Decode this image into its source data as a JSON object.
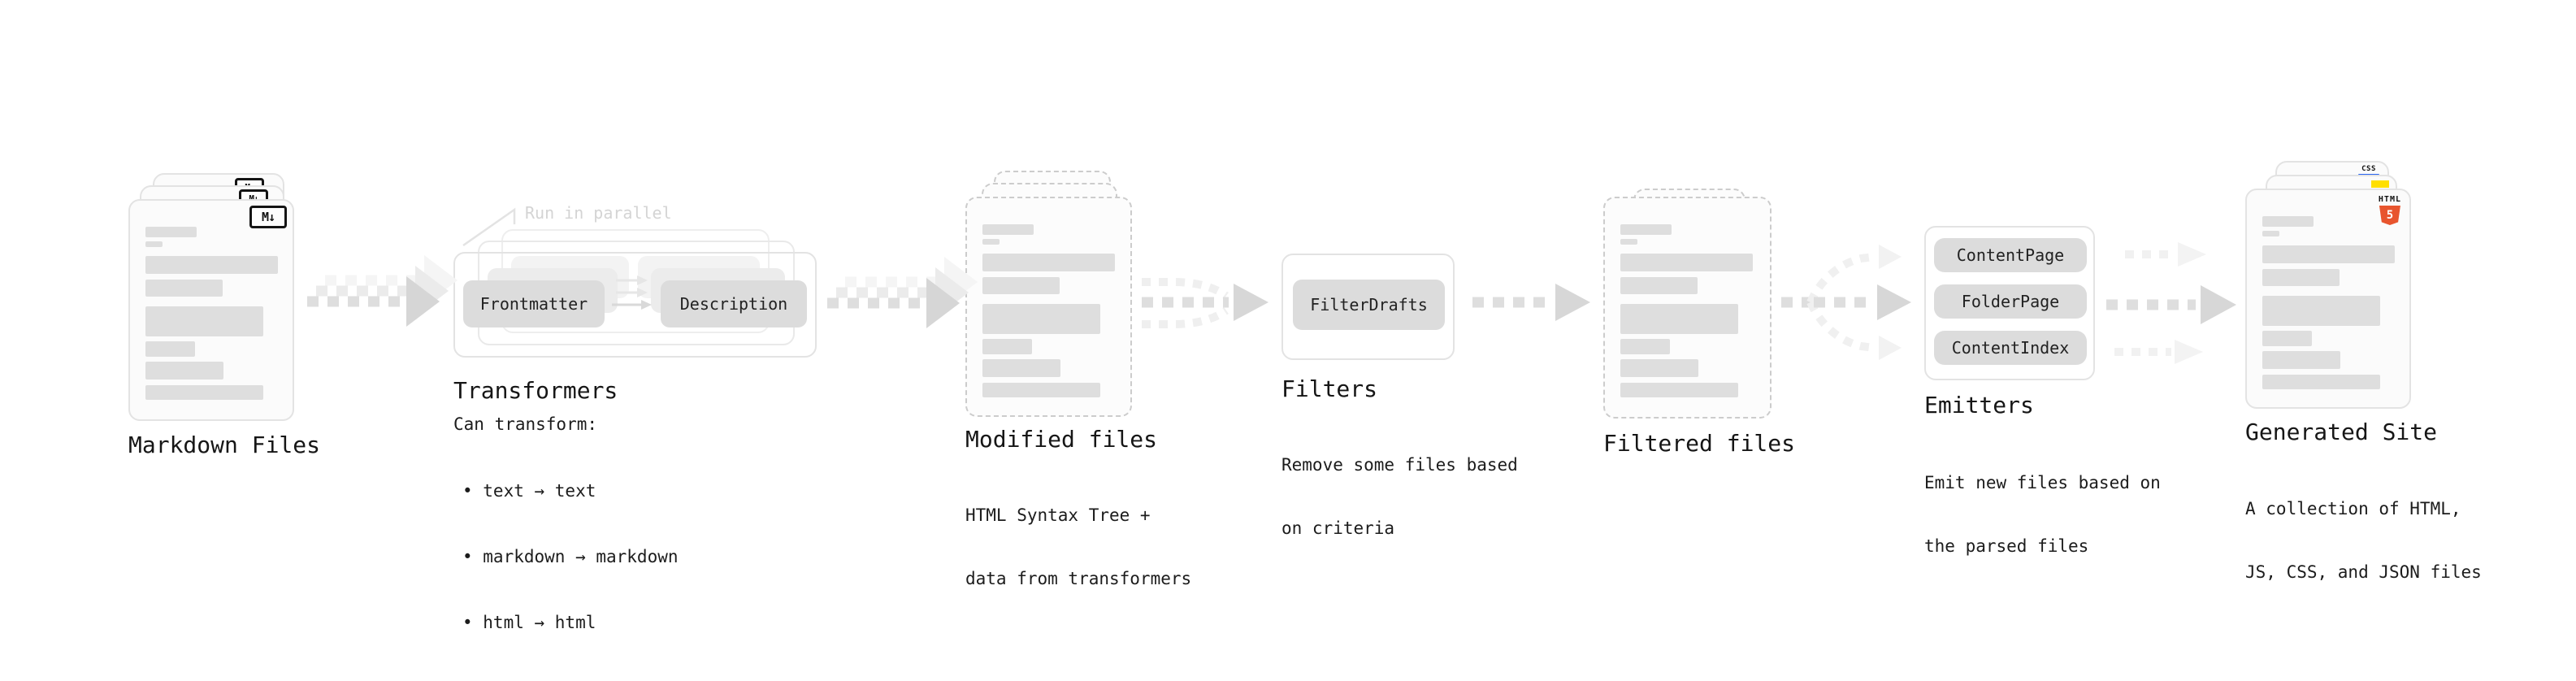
{
  "pipeline": {
    "stages": [
      {
        "title": "Markdown Files"
      },
      {
        "title": "Transformers",
        "note": "Run in parallel",
        "nodes": [
          "Frontmatter",
          "Description"
        ],
        "desc_heading": "Can transform:",
        "bullets": [
          "• text → text",
          "• markdown → markdown",
          "• html → html"
        ]
      },
      {
        "title": "Modified files",
        "desc_lines": [
          "HTML Syntax Tree +",
          "data from transformers"
        ]
      },
      {
        "title": "Filters",
        "nodes": [
          "FilterDrafts"
        ],
        "desc_lines": [
          "Remove some files based",
          "on criteria"
        ]
      },
      {
        "title": "Filtered files"
      },
      {
        "title": "Emitters",
        "nodes": [
          "ContentPage",
          "FolderPage",
          "ContentIndex"
        ],
        "desc_lines": [
          "Emit new files based on",
          "the parsed files"
        ]
      },
      {
        "title": "Generated Site",
        "desc_lines": [
          "A collection of HTML,",
          "JS, CSS, and JSON files"
        ]
      }
    ],
    "badges": {
      "markdown": "M↓",
      "html5_word": "HTML",
      "html5_num": "5",
      "css_word": "CSS"
    },
    "colors": {
      "html5_orange": "#e8552e",
      "js_yellow": "#ffdf00",
      "css_blue": "#2965f1",
      "node_gray": "#dcdcdc",
      "arrow_gray": "#dedede",
      "note_gray": "#d4d4d4"
    }
  }
}
